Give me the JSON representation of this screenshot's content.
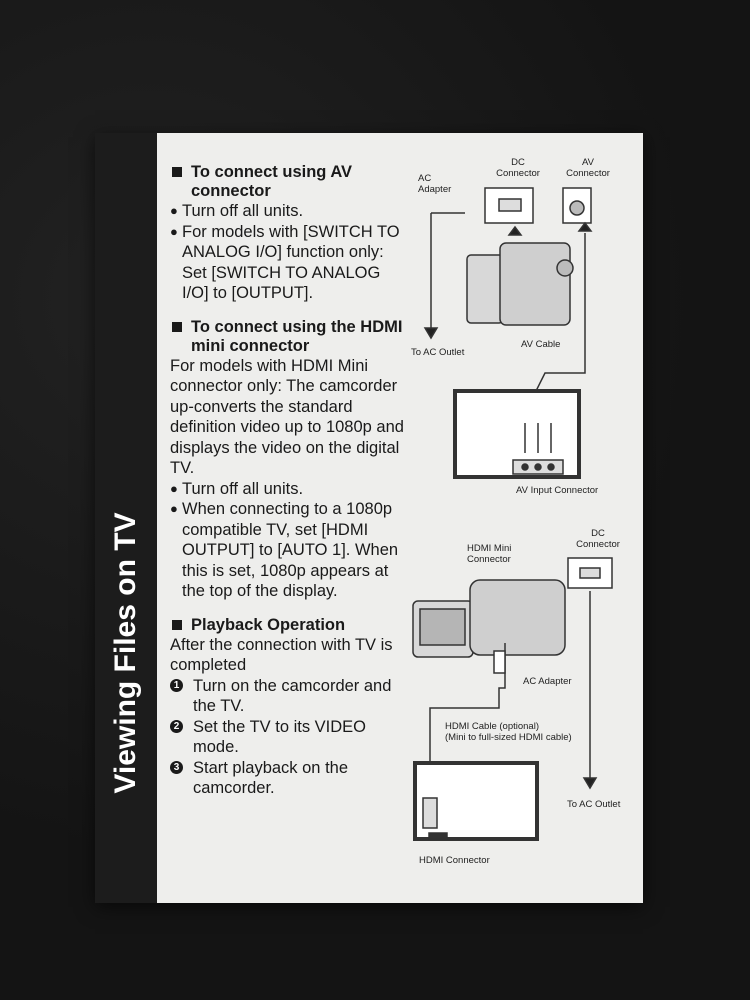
{
  "spine_title": "Viewing Files on TV",
  "av": {
    "heading": "To connect using AV connector",
    "items": [
      "Turn off all units.",
      "For models with [SWITCH TO ANALOG I/O] function only: Set [SWITCH TO ANALOG I/O] to [OUTPUT]."
    ]
  },
  "hdmi": {
    "heading": "To connect using the HDMI mini connector",
    "intro": "For models with HDMI Mini connector only: The camcorder up-converts the standard definition video up to 1080p and displays the video on the digital TV.",
    "items": [
      "Turn off all units.",
      "When connecting to a 1080p compatible TV, set [HDMI OUTPUT] to [AUTO 1]. When this is set, 1080p appears at the top of the display."
    ]
  },
  "playback": {
    "heading": "Playback Operation",
    "intro": "After the connection with TV is completed",
    "steps": [
      {
        "n": "1",
        "text": "Turn on the camcorder and the TV."
      },
      {
        "n": "2",
        "text": "Set the TV to its VIDEO mode."
      },
      {
        "n": "3",
        "text": "Start playback on the camcorder."
      }
    ]
  },
  "diagram1": {
    "ac_adapter": "AC Adapter",
    "dc_connector": "DC Connector",
    "av_connector": "AV Connector",
    "to_ac_outlet": "To AC Outlet",
    "av_cable": "AV Cable",
    "av_input": "AV Input Connector"
  },
  "diagram2": {
    "hdmi_mini": "HDMI Mini Connector",
    "dc_connector": "DC Connector",
    "ac_adapter": "AC Adapter",
    "hdmi_cable": "HDMI Cable (optional)",
    "hdmi_cable_note": "(Mini to full-sized HDMI cable)",
    "to_ac_outlet": "To AC Outlet",
    "hdmi_connector": "HDMI Connector"
  }
}
